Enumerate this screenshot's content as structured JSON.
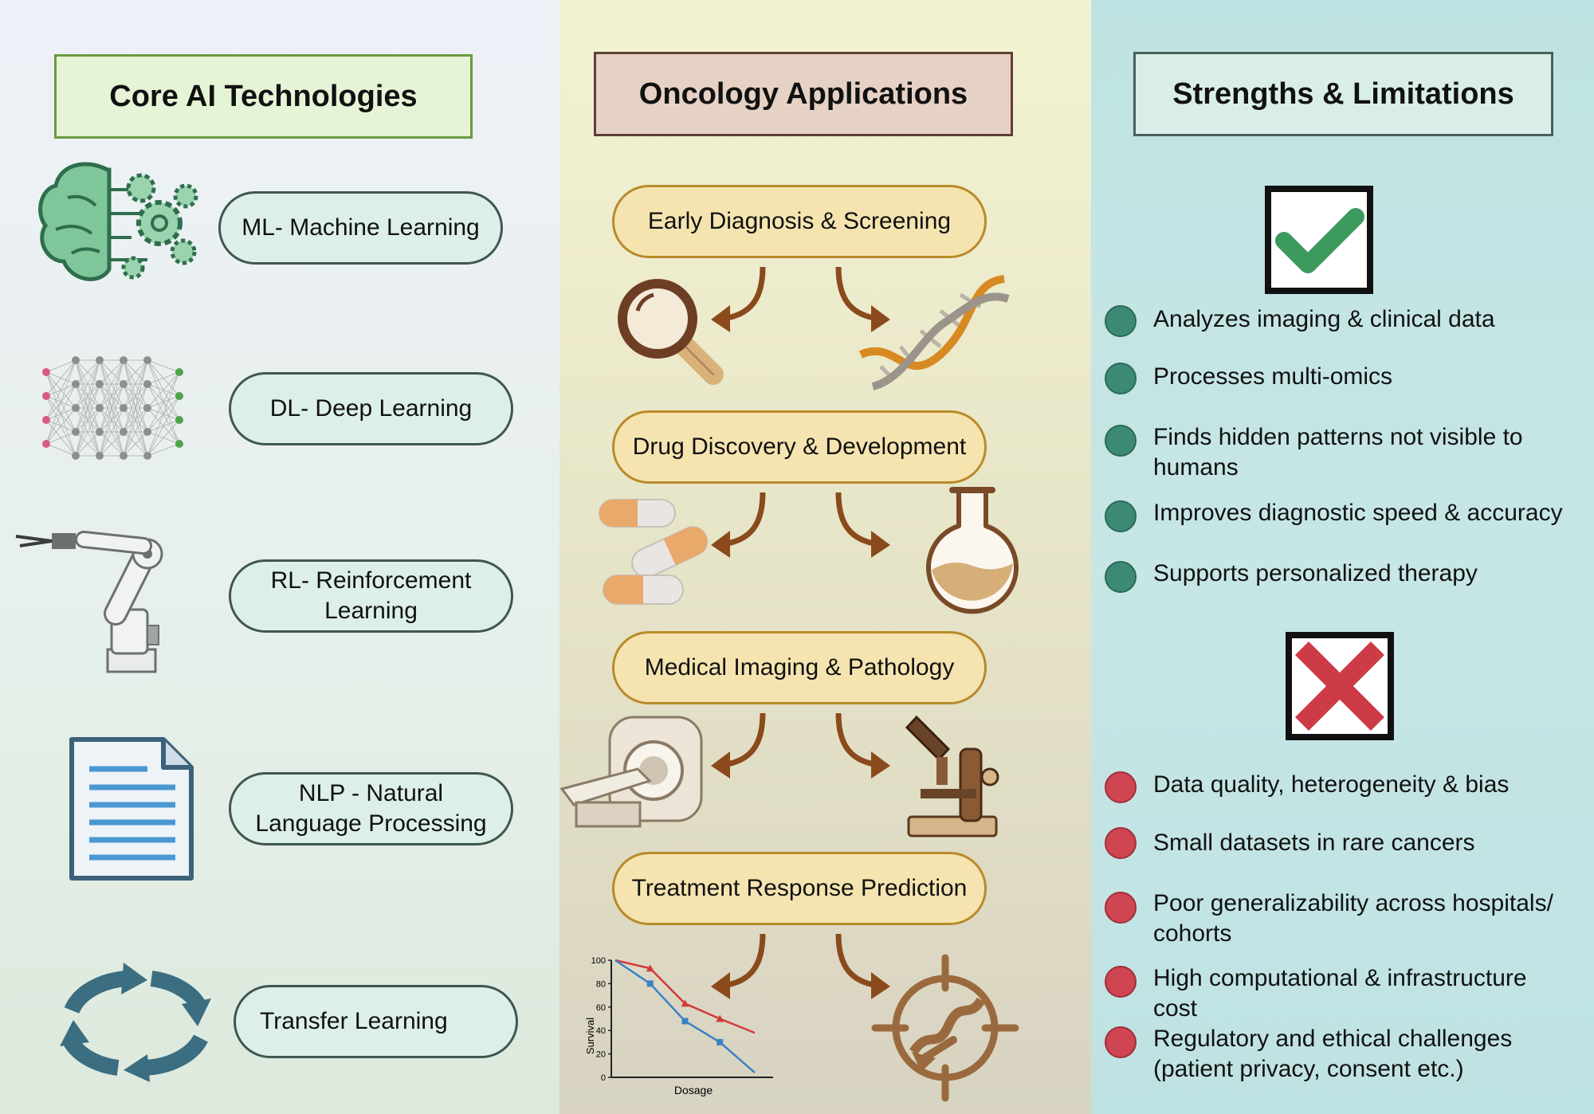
{
  "columns": {
    "core": {
      "header": "Core AI Technologies"
    },
    "apps": {
      "header": "Oncology Applications"
    },
    "sl": {
      "header": "Strengths & Limitations"
    }
  },
  "technologies": [
    {
      "label": "ML- Machine Learning",
      "icon": "brain-gears-icon"
    },
    {
      "label": "DL- Deep Learning",
      "icon": "neural-network-icon"
    },
    {
      "label": "RL- Reinforcement Learning",
      "icon": "robot-arm-icon"
    },
    {
      "label": "NLP - Natural Language Processing",
      "icon": "document-icon"
    },
    {
      "label": "Transfer Learning",
      "icon": "cycle-arrows-icon"
    }
  ],
  "applications": [
    {
      "label": "Early Diagnosis & Screening",
      "icons": [
        "magnifier-icon",
        "dna-icon"
      ]
    },
    {
      "label": "Drug Discovery & Development",
      "icons": [
        "pills-icon",
        "flask-icon"
      ]
    },
    {
      "label": "Medical Imaging & Pathology",
      "icons": [
        "mri-scanner-icon",
        "microscope-icon"
      ]
    },
    {
      "label": "Treatment Response Prediction",
      "icons": [
        "survival-chart-icon",
        "target-icon"
      ]
    }
  ],
  "strengths": [
    "Analyzes imaging & clinical data",
    "Processes multi-omics",
    "Finds hidden patterns not visible to humans",
    "Improves diagnostic speed & accuracy",
    "Supports personalized therapy"
  ],
  "limitations": [
    "Data quality, heterogeneity & bias",
    "Small datasets in rare cancers",
    "Poor generalizability across hospitals/ cohorts",
    "High computational & infrastructure cost",
    "Regulatory and ethical challenges (patient privacy, consent etc.)"
  ],
  "mini_chart": {
    "y_ticks": [
      "100",
      "80",
      "60",
      "40",
      "20",
      "0"
    ],
    "ylabel": "Survival",
    "xlabel": "Dosage",
    "ylim": [
      0,
      100
    ],
    "series": [
      {
        "color": "#d33a3a",
        "values": [
          100,
          93,
          63,
          50,
          38
        ]
      },
      {
        "color": "#3b82c6",
        "values": [
          100,
          80,
          48,
          30,
          4
        ]
      }
    ]
  },
  "colors": {
    "strength": "#3c8a74",
    "limitation": "#cf4551",
    "check": "#3c9a5e",
    "cross": "#cc3b46",
    "arrow": "#8b4a1c"
  }
}
